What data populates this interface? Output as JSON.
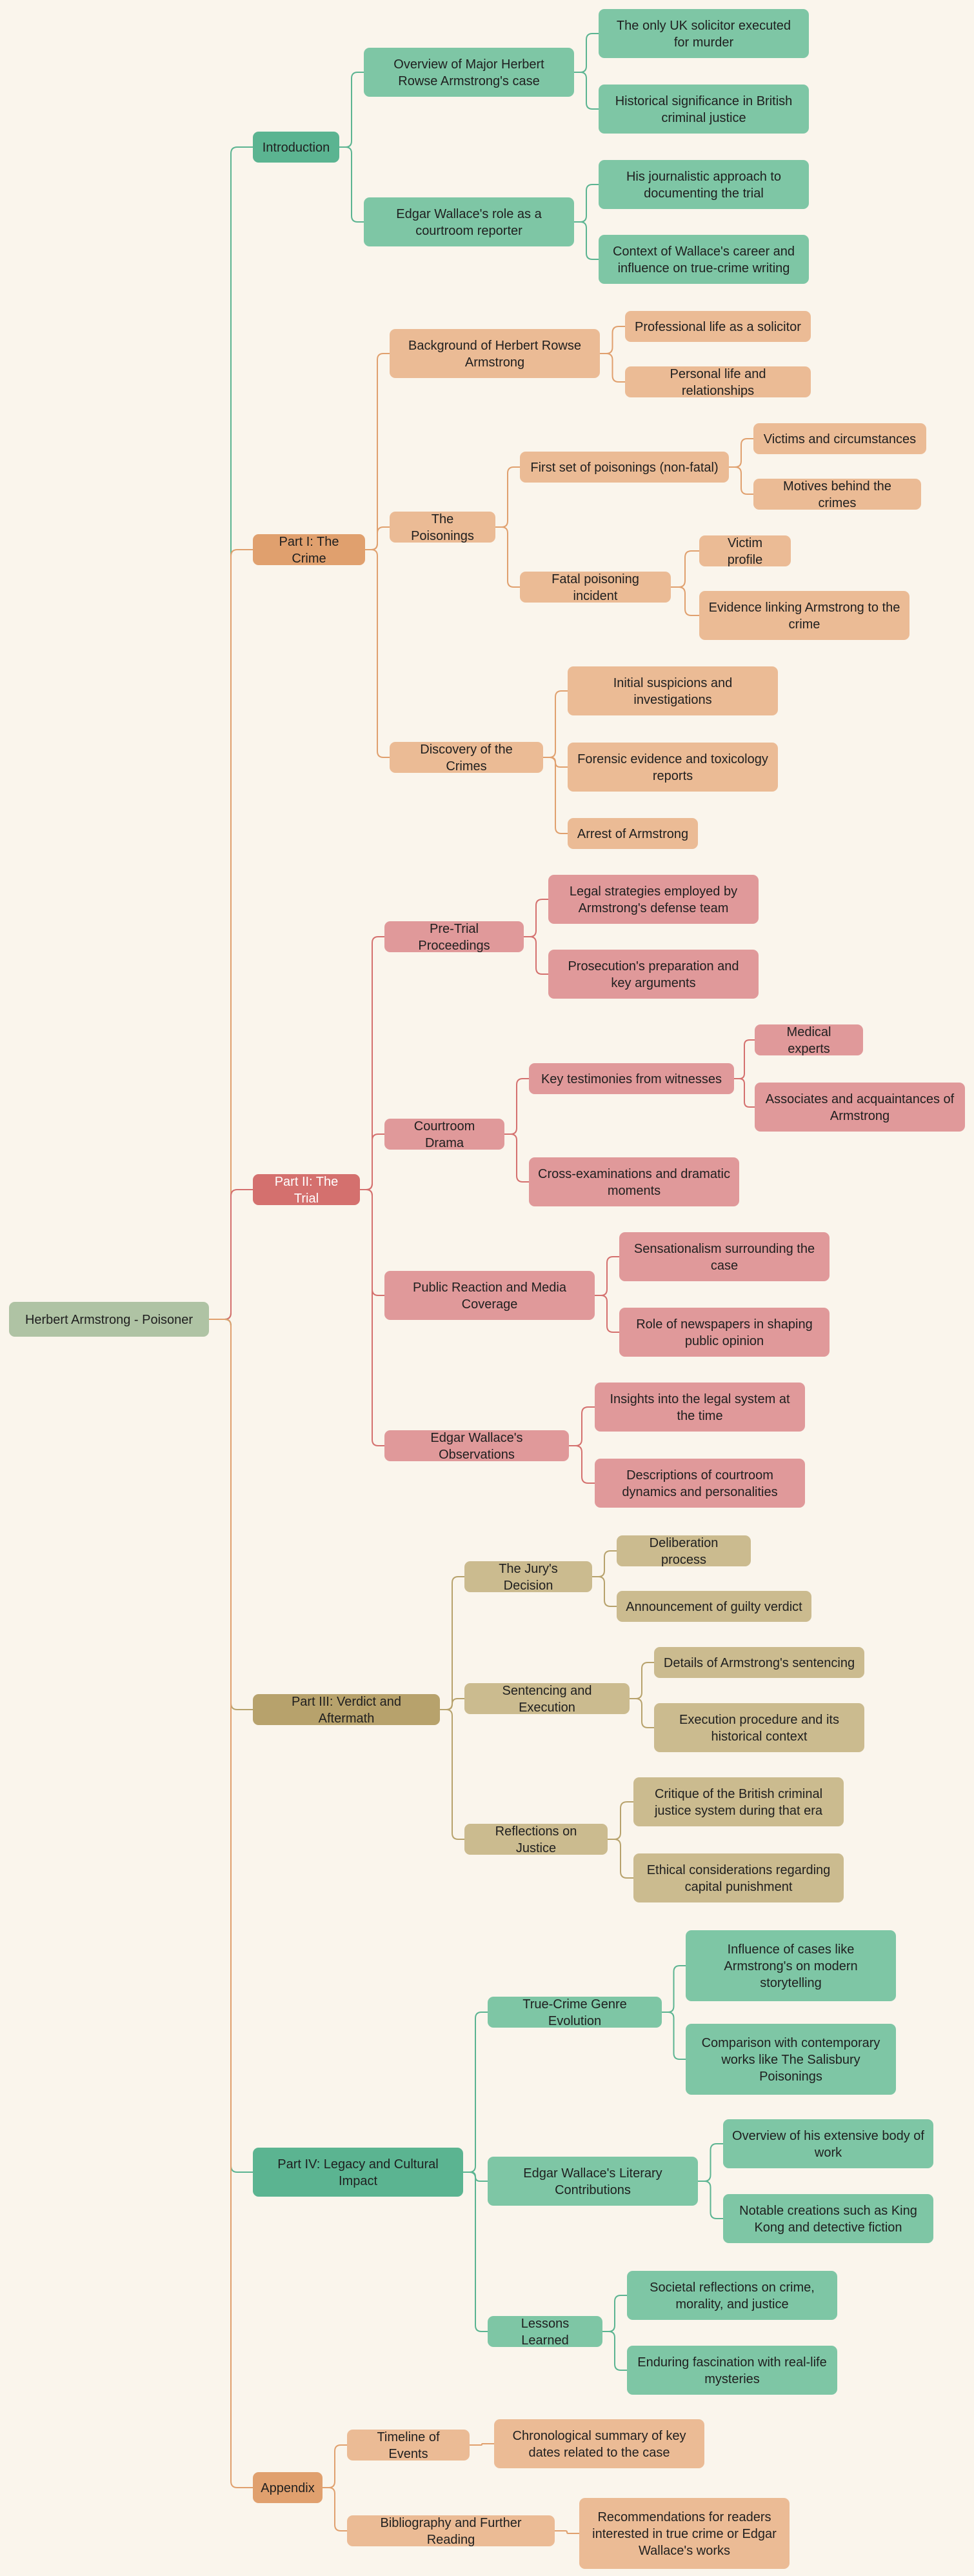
{
  "colors": {
    "background": "#faf5ec",
    "root": "#afc3a4",
    "branches": {
      "intro": {
        "node": "#5bb491",
        "child": "#7ec6a5",
        "line": "#5bb491"
      },
      "crime": {
        "node": "#e0a06e",
        "child": "#ebbb95",
        "line": "#e0a06e"
      },
      "trial": {
        "node": "#d4706e",
        "child": "#e0999a",
        "line": "#d4706e"
      },
      "verdict": {
        "node": "#b7a26c",
        "child": "#cbbb8f",
        "line": "#b7a26c"
      },
      "legacy": {
        "node": "#5bb491",
        "child": "#7ec6a5",
        "line": "#5bb491"
      },
      "appendix": {
        "node": "#e0a06e",
        "child": "#ebbb95",
        "line": "#e0a06e"
      }
    }
  },
  "mindmap": {
    "root": "Herbert Armstrong - Poisoner",
    "branches": [
      {
        "key": "intro",
        "label": "Introduction",
        "children": [
          {
            "label": "Overview of Major Herbert Rowse Armstrong's case",
            "children": [
              {
                "label": "The only UK solicitor executed for murder"
              },
              {
                "label": "Historical significance in British criminal justice"
              }
            ]
          },
          {
            "label": "Edgar Wallace's role as a courtroom reporter",
            "children": [
              {
                "label": "His journalistic approach to documenting the trial"
              },
              {
                "label": "Context of Wallace's career and influence on true-crime writing"
              }
            ]
          }
        ]
      },
      {
        "key": "crime",
        "label": "Part I: The Crime",
        "children": [
          {
            "label": "Background of Herbert Rowse Armstrong",
            "children": [
              {
                "label": "Professional life as a solicitor"
              },
              {
                "label": "Personal life and relationships"
              }
            ]
          },
          {
            "label": "The Poisonings",
            "children": [
              {
                "label": "First set of poisonings (non-fatal)",
                "children": [
                  {
                    "label": "Victims and circumstances"
                  },
                  {
                    "label": "Motives behind the crimes"
                  }
                ]
              },
              {
                "label": "Fatal poisoning incident",
                "children": [
                  {
                    "label": "Victim profile"
                  },
                  {
                    "label": "Evidence linking Armstrong to the crime"
                  }
                ]
              }
            ]
          },
          {
            "label": "Discovery of the Crimes",
            "children": [
              {
                "label": "Initial suspicions and investigations"
              },
              {
                "label": "Forensic evidence and toxicology reports"
              },
              {
                "label": "Arrest of Armstrong"
              }
            ]
          }
        ]
      },
      {
        "key": "trial",
        "label": "Part II: The Trial",
        "children": [
          {
            "label": "Pre-Trial Proceedings",
            "children": [
              {
                "label": "Legal strategies employed by Armstrong's defense team"
              },
              {
                "label": "Prosecution's preparation and key arguments"
              }
            ]
          },
          {
            "label": "Courtroom Drama",
            "children": [
              {
                "label": "Key testimonies from witnesses",
                "children": [
                  {
                    "label": "Medical experts"
                  },
                  {
                    "label": "Associates and acquaintances of Armstrong"
                  }
                ]
              },
              {
                "label": "Cross-examinations and dramatic moments"
              }
            ]
          },
          {
            "label": "Public Reaction and Media Coverage",
            "children": [
              {
                "label": "Sensationalism surrounding the case"
              },
              {
                "label": "Role of newspapers in shaping public opinion"
              }
            ]
          },
          {
            "label": "Edgar Wallace's Observations",
            "children": [
              {
                "label": "Insights into the legal system at the time"
              },
              {
                "label": "Descriptions of courtroom dynamics and personalities"
              }
            ]
          }
        ]
      },
      {
        "key": "verdict",
        "label": "Part III: Verdict and Aftermath",
        "children": [
          {
            "label": "The Jury's Decision",
            "children": [
              {
                "label": "Deliberation process"
              },
              {
                "label": "Announcement of guilty verdict"
              }
            ]
          },
          {
            "label": "Sentencing and Execution",
            "children": [
              {
                "label": "Details of Armstrong's sentencing"
              },
              {
                "label": "Execution procedure and its historical context"
              }
            ]
          },
          {
            "label": "Reflections on Justice",
            "children": [
              {
                "label": "Critique of the British criminal justice system during that era"
              },
              {
                "label": "Ethical considerations regarding capital punishment"
              }
            ]
          }
        ]
      },
      {
        "key": "legacy",
        "label": "Part IV: Legacy and Cultural Impact",
        "children": [
          {
            "label": "True-Crime Genre Evolution",
            "children": [
              {
                "label": "Influence of cases like Armstrong's on modern storytelling"
              },
              {
                "label": "Comparison with contemporary works like The Salisbury Poisonings"
              }
            ]
          },
          {
            "label": "Edgar Wallace's Literary Contributions",
            "children": [
              {
                "label": "Overview of his extensive body of work"
              },
              {
                "label": "Notable creations such as King Kong and detective fiction"
              }
            ]
          },
          {
            "label": "Lessons Learned",
            "children": [
              {
                "label": "Societal reflections on crime, morality, and justice"
              },
              {
                "label": "Enduring fascination with real-life mysteries"
              }
            ]
          }
        ]
      },
      {
        "key": "appendix",
        "label": "Appendix",
        "children": [
          {
            "label": "Timeline of Events",
            "children": [
              {
                "label": "Chronological summary of key dates related to the case"
              }
            ]
          },
          {
            "label": "Bibliography and Further Reading",
            "children": [
              {
                "label": "Recommendations for readers interested in true crime or Edgar Wallace's works"
              }
            ]
          }
        ]
      }
    ]
  }
}
